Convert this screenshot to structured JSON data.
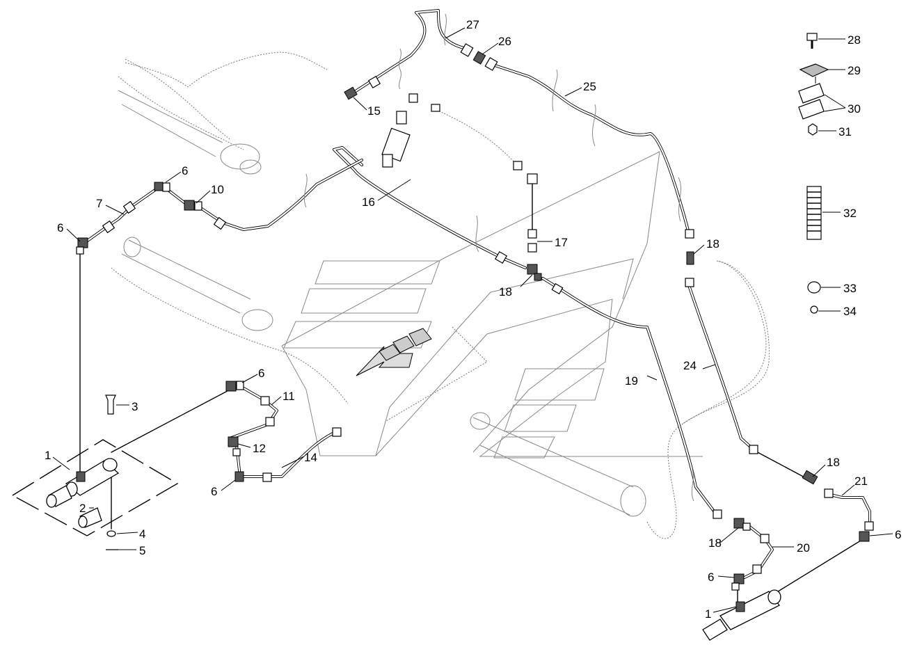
{
  "labels": [
    {
      "id": "l27",
      "text": "27"
    },
    {
      "id": "l26",
      "text": "26"
    },
    {
      "id": "l25",
      "text": "25"
    },
    {
      "id": "l15",
      "text": "15"
    },
    {
      "id": "l16",
      "text": "16"
    },
    {
      "id": "l6a",
      "text": "6"
    },
    {
      "id": "l7",
      "text": "7"
    },
    {
      "id": "l10",
      "text": "10"
    },
    {
      "id": "l6b",
      "text": "6"
    },
    {
      "id": "l17",
      "text": "17"
    },
    {
      "id": "l18a",
      "text": "18"
    },
    {
      "id": "l18b",
      "text": "18"
    },
    {
      "id": "l6c",
      "text": "6"
    },
    {
      "id": "l11",
      "text": "11"
    },
    {
      "id": "l3",
      "text": "3"
    },
    {
      "id": "l12",
      "text": "12"
    },
    {
      "id": "l14",
      "text": "14"
    },
    {
      "id": "l6d",
      "text": "6"
    },
    {
      "id": "l1a",
      "text": "1"
    },
    {
      "id": "l2",
      "text": "2"
    },
    {
      "id": "l4",
      "text": "4"
    },
    {
      "id": "l5",
      "text": "5"
    },
    {
      "id": "l19",
      "text": "19"
    },
    {
      "id": "l24",
      "text": "24"
    },
    {
      "id": "l18c",
      "text": "18"
    },
    {
      "id": "l21",
      "text": "21"
    },
    {
      "id": "l6e",
      "text": "6"
    },
    {
      "id": "l18d",
      "text": "18"
    },
    {
      "id": "l20",
      "text": "20"
    },
    {
      "id": "l6f",
      "text": "6"
    },
    {
      "id": "l1b",
      "text": "1"
    },
    {
      "id": "l28",
      "text": "28"
    },
    {
      "id": "l29",
      "text": "29"
    },
    {
      "id": "l30",
      "text": "30"
    },
    {
      "id": "l31",
      "text": "31"
    },
    {
      "id": "l32",
      "text": "32"
    },
    {
      "id": "l33",
      "text": "33"
    },
    {
      "id": "l34",
      "text": "34"
    }
  ]
}
